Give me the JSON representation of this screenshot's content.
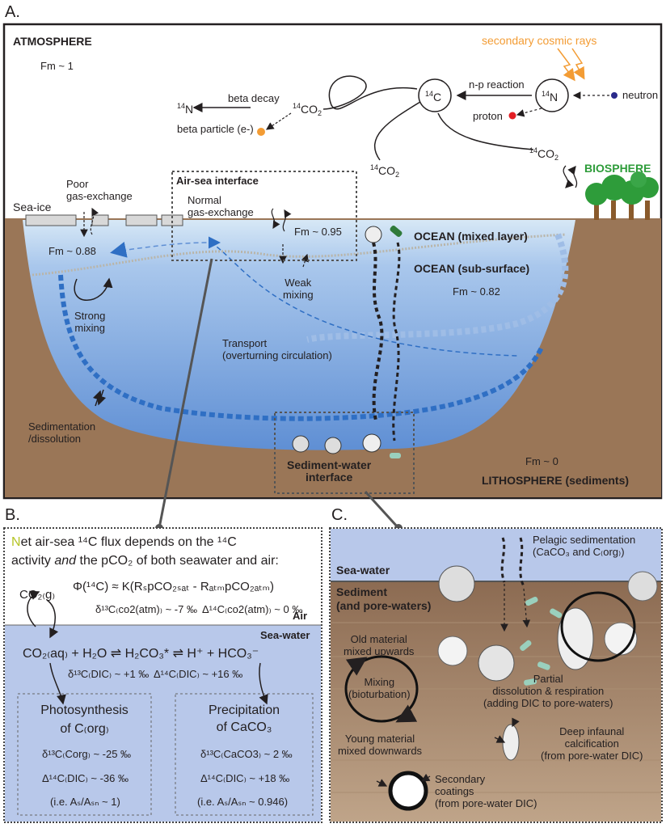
{
  "panels": {
    "a": "A.",
    "b": "B.",
    "c": "C."
  },
  "panelA": {
    "atmosphere": "ATMOSPHERE",
    "fm_atm": "Fm ~ 1",
    "cosmic_rays": "secondary cosmic rays",
    "neutron": "neutron",
    "np_reaction": "n-p reaction",
    "proton": "proton",
    "c14": "C",
    "n14_nuc": "N",
    "beta_decay": "beta decay",
    "beta_particle": "beta particle (e-)",
    "co2_nuc_left": "CO",
    "n14_left": "N",
    "co2_lower": "CO",
    "co2_right": "CO",
    "biosphere": "BIOSPHERE",
    "air_sea_interface": "Air-sea interface",
    "poor_gas": "Poor\ngas-exchange",
    "normal_gas": "Normal\ngas-exchange",
    "sea_ice": "Sea-ice",
    "fm_polar": "Fm ~ 0.88",
    "fm_mixed": "Fm ~ 0.95",
    "ocean_mixed": "OCEAN (mixed layer)",
    "ocean_sub": "OCEAN (sub-surface)",
    "fm_sub": "Fm ~ 0.82",
    "weak_mixing": "Weak\nmixing",
    "strong_mixing": "Strong\nmixing",
    "transport": "Transport\n(overturning circulation)",
    "sedimentation": "Sedimentation\n/dissolution",
    "sediment_water": "Sediment-water\ninterface",
    "fm_litho": "Fm ~ 0",
    "lithosphere": "LITHOSPHERE (sediments)"
  },
  "panelB": {
    "intro_1": "et air-sea ¹⁴C flux depends on the ¹⁴C",
    "intro_n": "N",
    "intro_2a": "activity ",
    "intro_2b": "and",
    "intro_2c": " the pCO₂ of both seawater and air:",
    "flux_eq": "Φ(¹⁴C) ≈ K(RₛpCO₂ₛₐₜ - RₐₜₘpCO₂ₐₜₘ)",
    "co2g": "CO₂₍g₎",
    "d13_air": "δ¹³C₍co2(atm)₎ ~ -7 ‰",
    "D14_air": "Δ¹⁴C₍co2(atm)₎ ~ 0 ‰",
    "air": "Air",
    "sea_water": "Sea-water",
    "carbonate_eq": "CO₂₍aq₎ + H₂O ⇌ H₂CO₃* ⇌ H⁺ + HCO₃⁻",
    "d13_dic": "δ¹³C₍DIC₎ ~ +1 ‰",
    "D14_dic": "Δ¹⁴C₍DIC₎ ~ +16 ‰",
    "photo_title_1": "Photosynthesis",
    "photo_title_2": "of C₍org₎",
    "photo_d13": "δ¹³C₍Corg₎ ~ -25 ‰",
    "photo_D14": "Δ¹⁴C₍DIC₎ ~ -36 ‰",
    "photo_ratio": "(i.e. Aₛ/Aₛₙ ~ 1)",
    "precip_title_1": "Precipitation",
    "precip_title_2": "of CaCO₃",
    "precip_d13": "δ¹³C₍CaCO3₎ ~ 2 ‰",
    "precip_D14": "Δ¹⁴C₍DIC₎ ~ +18 ‰",
    "precip_ratio": "(i.e. Aₛ/Aₛₙ ~ 0.946)"
  },
  "panelC": {
    "sea_water": "Sea-water",
    "sediment": "Sediment\n(and pore-waters)",
    "pelagic": "Pelagic sedimentation\n(CaCO₃ and C₍org₎)",
    "old_material": "Old material\nmixed upwards",
    "mixing": "Mixing\n(bioturbation)",
    "young_material": "Young material\nmixed downwards",
    "partial": "Partial\ndissolution & respiration\n(adding DIC to pore-waters)",
    "deep_infaunal": "Deep infaunal\ncalcification\n(from pore-water DIC)",
    "secondary": "Secondary\ncoatings\n(from pore-water DIC)"
  },
  "colors": {
    "ocean_top": "#cfe2f3",
    "ocean_deep": "#5c8fd6",
    "sediment": "#9c7a5c",
    "arrow_blue": "#2f6fc4",
    "biosphere": "#2e9c3a",
    "cosmic": "#f39c34"
  }
}
